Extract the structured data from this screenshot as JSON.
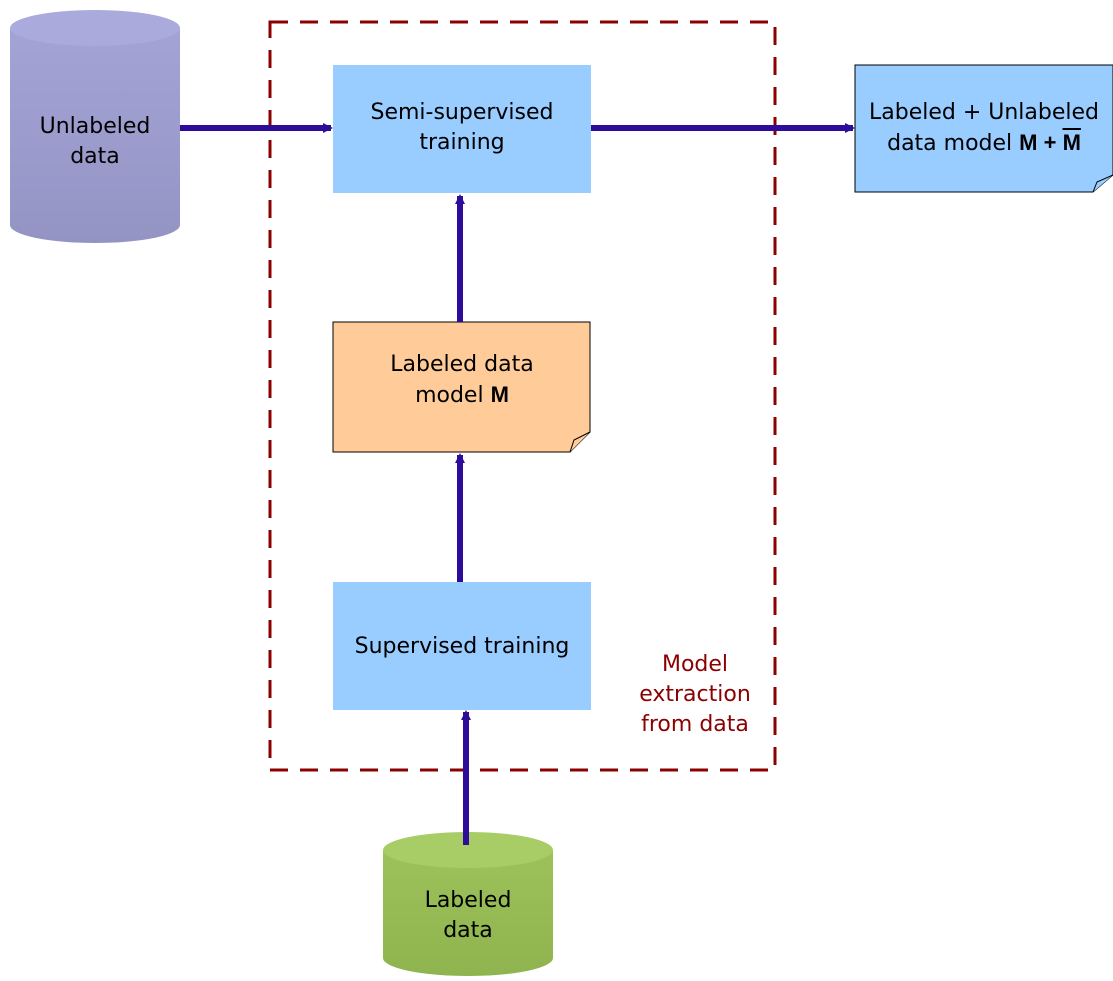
{
  "colors": {
    "frame_dash": "#8b0000",
    "arrow": "#2e0c9a",
    "process_fill": "#99ccff",
    "model_fill": "#ffcc99",
    "unlabeled_db_fill": "#9999cc",
    "labeled_db_fill": "#99bb55",
    "caption_text": "#8b0000"
  },
  "unlabeled_data": {
    "line1": "Unlabeled",
    "line2": "data"
  },
  "semi_supervised": {
    "line1": "Semi-supervised",
    "line2": "training"
  },
  "output_model": {
    "line1": "Labeled + Unlabeled",
    "line2_prefix": "data model ",
    "m": "M",
    "plus": " + ",
    "m_bar": "M"
  },
  "labeled_model": {
    "line1": "Labeled data",
    "line2_prefix": "model ",
    "m": "M"
  },
  "supervised": {
    "label": "Supervised training"
  },
  "frame_caption": {
    "line1": "Model",
    "line2": "extraction",
    "line3": "from data"
  },
  "labeled_data": {
    "line1": "Labeled",
    "line2": "data"
  }
}
